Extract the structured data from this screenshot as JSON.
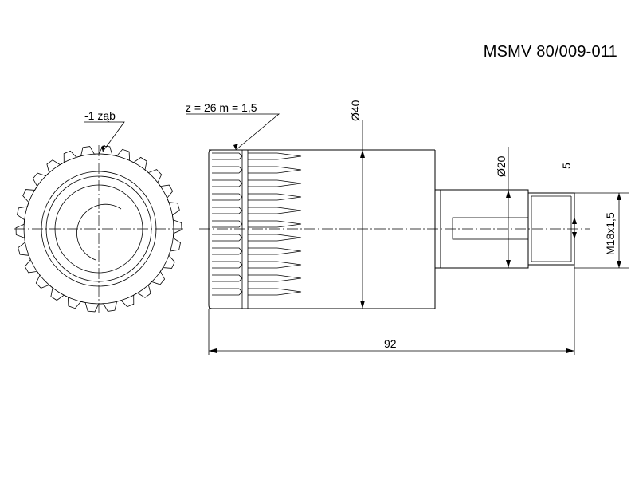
{
  "drawing": {
    "title": "MSMV 80/009-011",
    "annotations": {
      "tooth_note": "-1 ząb",
      "gear_spec": "z = 26  m = 1,5"
    },
    "dimensions": {
      "outer_diameter": "Ø40",
      "shaft_diameter": "Ø20",
      "thread_length": "5",
      "thread": "M18x1,5",
      "overall_length": "92"
    }
  }
}
